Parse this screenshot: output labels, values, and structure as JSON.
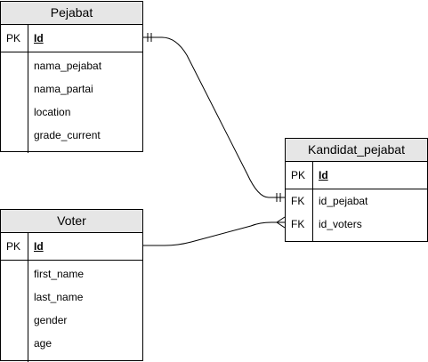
{
  "entities": {
    "pejabat": {
      "title": "Pejabat",
      "pk_label": "PK",
      "pk_field": "Id",
      "fields": [
        "nama_pejabat",
        "nama_partai",
        "location",
        "grade_current"
      ]
    },
    "voter": {
      "title": "Voter",
      "pk_label": "PK",
      "pk_field": "Id",
      "fields": [
        "first_name",
        "last_name",
        "gender",
        "age"
      ]
    },
    "kandidat_pejabat": {
      "title": "Kandidat_pejabat",
      "pk_label": "PK",
      "pk_field": "Id",
      "fk_rows": [
        {
          "key": "FK",
          "field": "id_pejabat"
        },
        {
          "key": "FK",
          "field": "id_voters"
        }
      ]
    }
  }
}
